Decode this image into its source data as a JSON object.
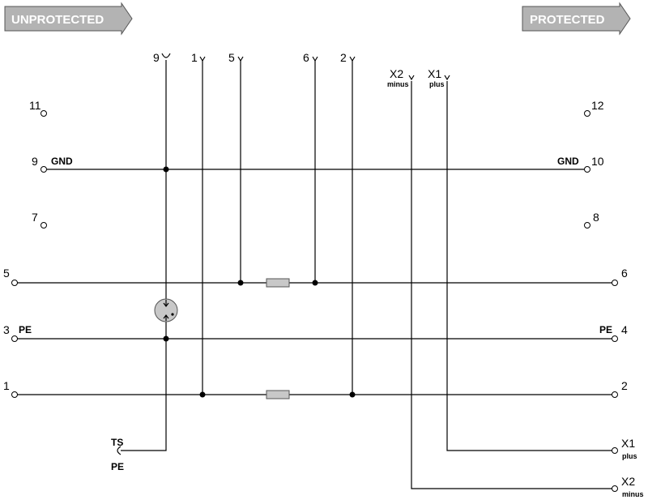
{
  "banners": {
    "left": "UNPROTECTED",
    "right": "PROTECTED",
    "fill_color": "#b3b3b3"
  },
  "top_contacts": {
    "c9": "9",
    "c1": "1",
    "c5": "5",
    "c6": "6",
    "c2": "2",
    "x2": "X2",
    "x2_sub": "minus",
    "x1": "X1",
    "x1_sub": "plus"
  },
  "left_terminals": {
    "t11": "11",
    "t9": "9",
    "t9_sig": "GND",
    "t7": "7",
    "t5": "5",
    "t3": "3",
    "t3_sig": "PE",
    "t1": "1",
    "ts": "TS",
    "ts_pe": "PE"
  },
  "right_terminals": {
    "t12": "12",
    "t10": "10",
    "t10_sig": "GND",
    "t8": "8",
    "t6": "6",
    "t4": "4",
    "t4_sig": "PE",
    "t2": "2",
    "x1": "X1",
    "x1_sub": "plus",
    "x2": "X2",
    "x2_sub": "minus"
  },
  "component_colors": {
    "resistor_fill": "#c8c8c8",
    "arrester_fill": "#c8c8c8"
  }
}
